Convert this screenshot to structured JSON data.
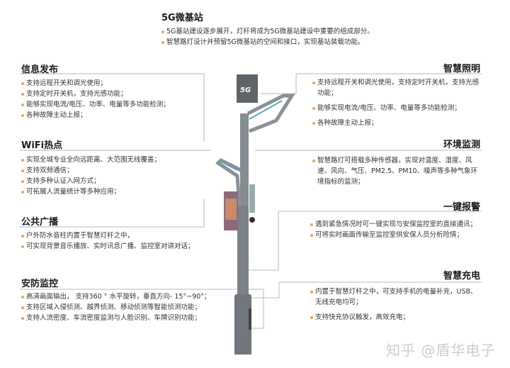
{
  "top": {
    "title": "5G微基站",
    "bullets": [
      "5G基站建设逐步展开，灯杆将成为5G微基站建设中重要的组成部分。",
      "智慧路灯设计并预留5G微基站的空间和接口，实现基站装载功能。"
    ]
  },
  "left": [
    {
      "title": "信息发布",
      "bullets": [
        "支持远程开关和调光使用；",
        "支持定时开关机，支持光感功能；",
        "能够实现电流/电压、功率、电量等多功能检测；",
        "各种故障主动上报；"
      ]
    },
    {
      "title": "WiFi热点",
      "bullets": [
        "实现全城专业全向远距离、大范围无线覆盖；",
        "支持双频通信；",
        "支持多种认证入网方式；",
        "可拓展人流量统计等多种应用；"
      ]
    },
    {
      "title": "公共广播",
      "bullets": [
        "户外防水音柱内置于智慧灯杆之中，",
        "可实现背景音乐播放、实时讯息广播、监控室对讲对话；"
      ]
    },
    {
      "title": "安防监控",
      "bullets": [
        "高清画面输出， 支持360 ° 水平旋转，垂直方向- 15°~90°；",
        "支持区域入侵侦测、越界侦测、移动侦测等智能侦测功能；",
        "支持人流密度、车流密度监测与人脸识别、车牌识别功能；"
      ]
    }
  ],
  "right": [
    {
      "title": "智慧照明",
      "bullets": [
        "支持远程开关和调光使用，支持定时开关机，支持光感功能；",
        "能够实现电流/电压、功率、电量等多功能检测；",
        "各种故障主动上报；"
      ]
    },
    {
      "title": "环境监测",
      "bullets": [
        "智慧路灯可搭载多种传感器，实现对温度、湿度、风速、风向、气压、PM2.5、PM10、噪声等多种气象环境指标的监测；"
      ]
    },
    {
      "title": "一键报警",
      "bullets": [
        "遇到紧急情况时可一键实现与安保监控室的直接通讯；",
        "可将实时画面传输至监控室供安保人员分析险情；"
      ]
    },
    {
      "title": "智慧充电",
      "bullets": [
        "内置于智慧灯杆之中，可支持手机的电量补充，USB、无线充电均可；",
        "支持快充协议触发，高效充电；"
      ]
    }
  ],
  "pole": {
    "badge": "5G"
  },
  "watermark": "知乎 @盾华电子",
  "colors": {
    "line": "#a9bccd",
    "bullet": "#e8a656",
    "pole": "#7b8186",
    "accent": "#5aa8b8"
  }
}
